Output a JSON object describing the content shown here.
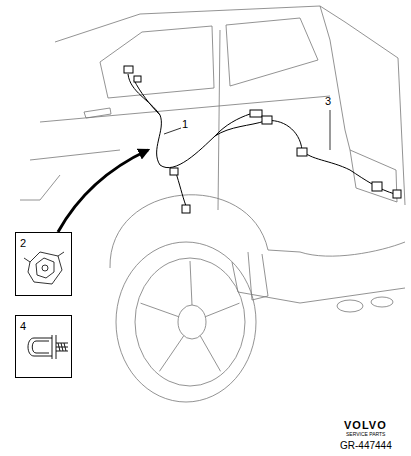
{
  "diagram": {
    "nodes": [
      {
        "text": [
          "2"
        ]
      },
      {
        "text": [
          "4"
        ]
      }
    ],
    "labels": [
      "1",
      "3",
      "VOLVO",
      "SERVICE PARTS",
      "GR-447444"
    ]
  }
}
